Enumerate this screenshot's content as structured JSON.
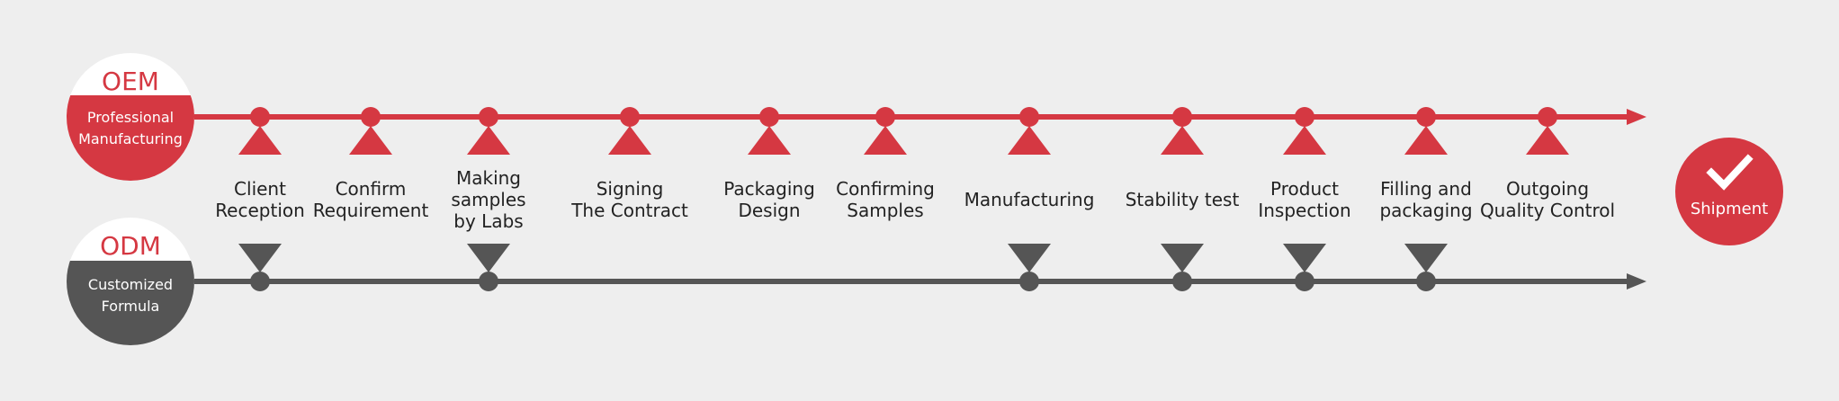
{
  "colors": {
    "red": "#d53842",
    "gray": "#555555",
    "background": "#eeeeee",
    "white": "#ffffff",
    "text": "#222222"
  },
  "oem": {
    "badge": "OEM",
    "line1": "Professional",
    "line2": "Manufacturing"
  },
  "odm": {
    "badge": "ODM",
    "line1": "Customized",
    "line2": "Formula"
  },
  "shipment": {
    "label": "Shipment",
    "icon": "check-icon"
  },
  "steps": [
    {
      "id": "client-reception",
      "lines": [
        "Client",
        "Reception"
      ],
      "oem": true,
      "odm": true
    },
    {
      "id": "confirm-requirement",
      "lines": [
        "Confirm",
        "Requirement"
      ],
      "oem": true,
      "odm": false
    },
    {
      "id": "making-samples",
      "lines": [
        "Making",
        "samples",
        "by Labs"
      ],
      "oem": true,
      "odm": true
    },
    {
      "id": "signing-contract",
      "lines": [
        "Signing",
        "The Contract"
      ],
      "oem": true,
      "odm": false
    },
    {
      "id": "packaging-design",
      "lines": [
        "Packaging",
        "Design"
      ],
      "oem": true,
      "odm": false
    },
    {
      "id": "confirming-samples",
      "lines": [
        "Confirming",
        "Samples"
      ],
      "oem": true,
      "odm": false
    },
    {
      "id": "manufacturing",
      "lines": [
        "Manufacturing"
      ],
      "oem": true,
      "odm": true
    },
    {
      "id": "stability-test",
      "lines": [
        "Stability test"
      ],
      "oem": true,
      "odm": true
    },
    {
      "id": "product-inspection",
      "lines": [
        "Product",
        "Inspection"
      ],
      "oem": true,
      "odm": true
    },
    {
      "id": "filling-packaging",
      "lines": [
        "Filling and",
        "packaging"
      ],
      "oem": true,
      "odm": true
    },
    {
      "id": "outgoing-qc",
      "lines": [
        "Outgoing",
        "Quality Control"
      ],
      "oem": true,
      "odm": false
    }
  ]
}
